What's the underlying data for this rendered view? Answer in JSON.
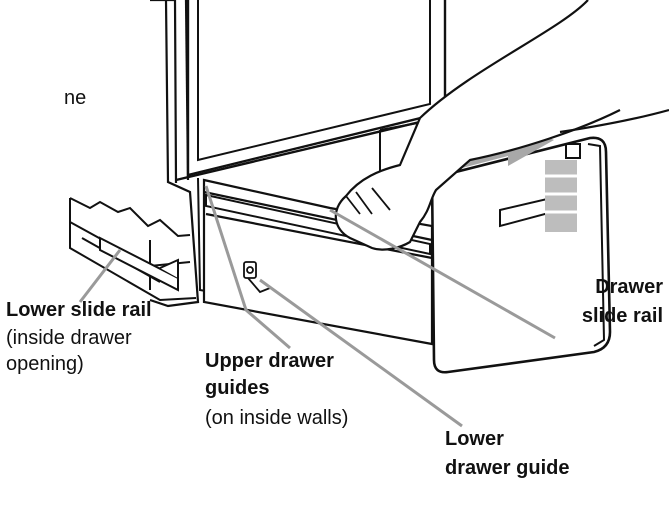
{
  "top_fragment": "ne",
  "labels": {
    "lower_slide_rail": {
      "title": "Lower slide rail",
      "note_line1": "(inside drawer",
      "note_line2": "opening)"
    },
    "upper_drawer_guides": {
      "title_line1": "Upper drawer",
      "title_line2": "guides",
      "note": "(on inside walls)"
    },
    "lower_drawer_guide": {
      "title_line1": "Lower",
      "title_line2": "drawer guide"
    },
    "drawer_slide_rail": {
      "title_line1": "Drawer",
      "title_line2": "slide rail"
    }
  },
  "colors": {
    "ink": "#111111",
    "leader": "#9a9a9a",
    "arrow": "#a8a8a8",
    "panel": "#ffffff"
  }
}
